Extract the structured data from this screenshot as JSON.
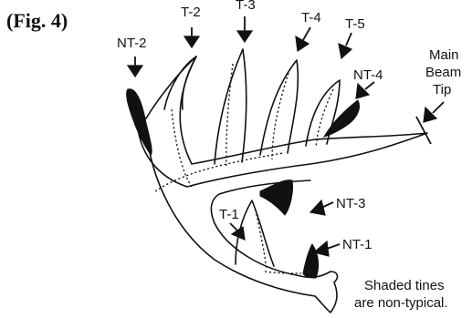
{
  "figure_label": "(Fig. 4)",
  "labels": {
    "nt2": "NT-2",
    "t2": "T-2",
    "t3": "T-3",
    "t4": "T-4",
    "t5": "T-5",
    "nt4": "NT-4",
    "main_beam_tip_line1": "Main",
    "main_beam_tip_line2": "Beam",
    "main_beam_tip_line3": "Tip",
    "nt3": "NT-3",
    "t1": "T-1",
    "nt1": "NT-1"
  },
  "note": {
    "line1": "Shaded tines",
    "line2": "are non-typical."
  }
}
